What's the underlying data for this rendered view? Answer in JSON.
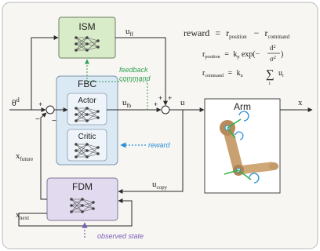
{
  "colors": {
    "panel_bg": "#f7f6f3",
    "panel_border": "#b9b9b9",
    "ism_fill": "#d9ecc9",
    "fbc_fill": "#dbe9f5",
    "fdm_fill": "#e2dbef",
    "feedback_green": "#2fa04e",
    "reward_blue": "#2b8fd6",
    "observed_purple": "#7a5fb8",
    "line": "#2a2a2a"
  },
  "blocks": {
    "ism": "ISM",
    "fbc": "FBC",
    "actor": "Actor",
    "critic": "Critic",
    "fdm": "FDM",
    "arm": "Arm"
  },
  "signals": {
    "theta_d": "θ",
    "theta_d_sup": "d",
    "u_ff": "u",
    "u_ff_sub": "ff",
    "u_fb": "u",
    "u_fb_sub": "fb",
    "u": "u",
    "x": "x",
    "u_copy": "u",
    "u_copy_sub": "copy",
    "x_future": "x",
    "x_future_sub": "future",
    "x_next": "x",
    "x_next_sub": "next",
    "plus": "+",
    "minus": "−"
  },
  "annotations": {
    "feedback_line1": "feedback",
    "feedback_line2": "command",
    "reward": "reward",
    "observed_state": "observed state"
  },
  "equations": {
    "reward_lhs": "reward",
    "eq": "=",
    "r": "r",
    "position_sub": "position",
    "minus": "−",
    "command_sub": "command",
    "k_p": "k",
    "k_p_sub": "p",
    "exp": "exp(−",
    "d2": "d",
    "d2_sup": "2",
    "sigma2": "σ",
    "sigma2_sup": "2",
    "close_paren": ")",
    "k_u": "k",
    "k_u_sub": "u",
    "sum": "∑",
    "sum_index": "i",
    "u_i": "u",
    "u_i_sub": "i"
  }
}
